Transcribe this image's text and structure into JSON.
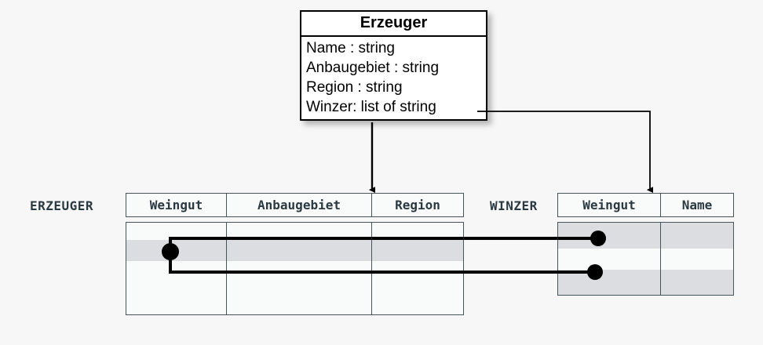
{
  "diagram": {
    "background_color": "#f7f7f7",
    "line_color": "#000000",
    "table_border_color": "#46555c",
    "highlight_color": "#dcdde1"
  },
  "uml_class": {
    "name": "Erzeuger",
    "attributes": [
      "Name : string",
      "Anbaugebiet : string",
      "Region : string",
      "Winzer: list of string"
    ]
  },
  "tables": [
    {
      "label": "ERZEUGER",
      "columns": [
        "Weingut",
        "Anbaugebiet",
        "Region"
      ],
      "row_count": 4,
      "highlighted_rows": [
        1
      ]
    },
    {
      "label": "WINZER",
      "columns": [
        "Weingut",
        "Name"
      ],
      "row_count": 3,
      "highlighted_rows": [
        0,
        2
      ]
    }
  ],
  "connectors": {
    "mapping_arrow_left": "Erzeuger class maps to ERZEUGER table",
    "mapping_arrow_right": "Winzer attribute maps to WINZER table",
    "join_note": "one ERZEUGER row links to two WINZER rows"
  }
}
